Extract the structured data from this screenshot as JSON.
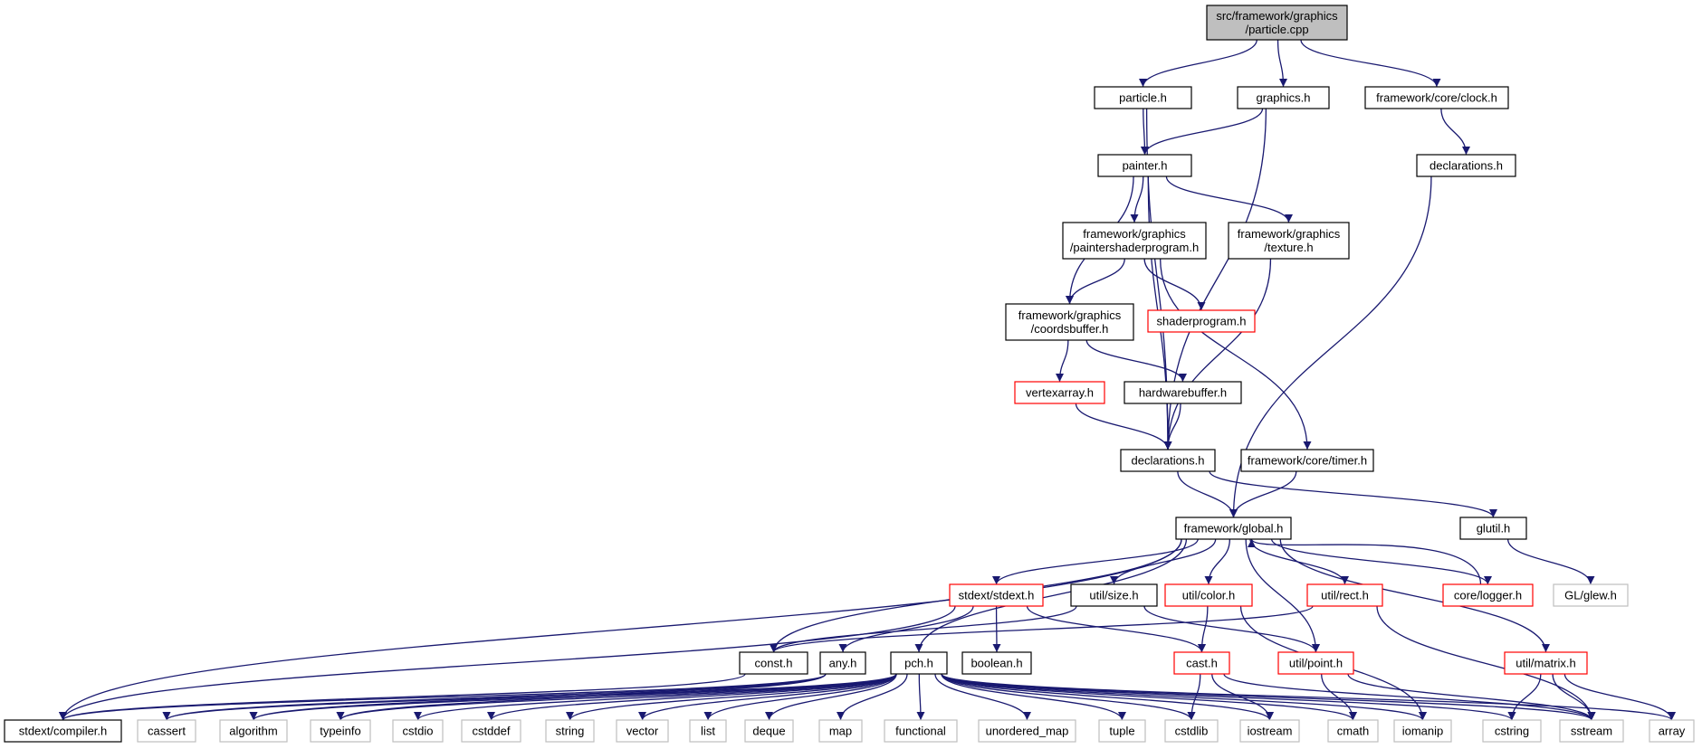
{
  "colors": {
    "edge": "#191970",
    "root_fill": "#bfbfbf",
    "normal_border": "#000000",
    "truncated_border": "#ff0000",
    "external_border": "#bfbfbf"
  },
  "nodes": [
    {
      "id": "root",
      "lines": [
        "src/framework/graphics",
        "/particle.cpp"
      ],
      "kind": "root"
    },
    {
      "id": "particle",
      "lines": [
        "particle.h"
      ],
      "kind": "normal"
    },
    {
      "id": "graphics",
      "lines": [
        "graphics.h"
      ],
      "kind": "normal"
    },
    {
      "id": "clock",
      "lines": [
        "framework/core/clock.h"
      ],
      "kind": "normal"
    },
    {
      "id": "painter",
      "lines": [
        "painter.h"
      ],
      "kind": "normal"
    },
    {
      "id": "declarations_core",
      "lines": [
        "declarations.h"
      ],
      "kind": "normal"
    },
    {
      "id": "paintershader",
      "lines": [
        "framework/graphics",
        "/paintershaderprogram.h"
      ],
      "kind": "normal"
    },
    {
      "id": "texture",
      "lines": [
        "framework/graphics",
        "/texture.h"
      ],
      "kind": "normal"
    },
    {
      "id": "coordsbuffer",
      "lines": [
        "framework/graphics",
        "/coordsbuffer.h"
      ],
      "kind": "normal"
    },
    {
      "id": "shaderprogram",
      "lines": [
        "shaderprogram.h"
      ],
      "kind": "truncated"
    },
    {
      "id": "vertexarray",
      "lines": [
        "vertexarray.h"
      ],
      "kind": "truncated"
    },
    {
      "id": "hardwarebuffer",
      "lines": [
        "hardwarebuffer.h"
      ],
      "kind": "normal"
    },
    {
      "id": "declarations",
      "lines": [
        "declarations.h"
      ],
      "kind": "normal"
    },
    {
      "id": "timer",
      "lines": [
        "framework/core/timer.h"
      ],
      "kind": "normal"
    },
    {
      "id": "global",
      "lines": [
        "framework/global.h"
      ],
      "kind": "normal"
    },
    {
      "id": "glutil",
      "lines": [
        "glutil.h"
      ],
      "kind": "normal"
    },
    {
      "id": "glew",
      "lines": [
        "GL/glew.h"
      ],
      "kind": "external"
    },
    {
      "id": "stdext",
      "lines": [
        "stdext/stdext.h"
      ],
      "kind": "truncated"
    },
    {
      "id": "size",
      "lines": [
        "util/size.h"
      ],
      "kind": "normal"
    },
    {
      "id": "color",
      "lines": [
        "util/color.h"
      ],
      "kind": "truncated"
    },
    {
      "id": "rect",
      "lines": [
        "util/rect.h"
      ],
      "kind": "truncated"
    },
    {
      "id": "logger",
      "lines": [
        "core/logger.h"
      ],
      "kind": "truncated"
    },
    {
      "id": "const",
      "lines": [
        "const.h"
      ],
      "kind": "normal"
    },
    {
      "id": "any",
      "lines": [
        "any.h"
      ],
      "kind": "normal"
    },
    {
      "id": "pch",
      "lines": [
        "pch.h"
      ],
      "kind": "normal"
    },
    {
      "id": "boolean",
      "lines": [
        "boolean.h"
      ],
      "kind": "normal"
    },
    {
      "id": "cast",
      "lines": [
        "cast.h"
      ],
      "kind": "truncated"
    },
    {
      "id": "point",
      "lines": [
        "util/point.h"
      ],
      "kind": "truncated"
    },
    {
      "id": "matrix",
      "lines": [
        "util/matrix.h"
      ],
      "kind": "truncated"
    },
    {
      "id": "compiler",
      "lines": [
        "stdext/compiler.h"
      ],
      "kind": "normal"
    },
    {
      "id": "cassert",
      "lines": [
        "cassert"
      ],
      "kind": "external"
    },
    {
      "id": "algorithm",
      "lines": [
        "algorithm"
      ],
      "kind": "external"
    },
    {
      "id": "typeinfo",
      "lines": [
        "typeinfo"
      ],
      "kind": "external"
    },
    {
      "id": "cstdio",
      "lines": [
        "cstdio"
      ],
      "kind": "external"
    },
    {
      "id": "cstddef",
      "lines": [
        "cstddef"
      ],
      "kind": "external"
    },
    {
      "id": "string",
      "lines": [
        "string"
      ],
      "kind": "external"
    },
    {
      "id": "vector",
      "lines": [
        "vector"
      ],
      "kind": "external"
    },
    {
      "id": "list",
      "lines": [
        "list"
      ],
      "kind": "external"
    },
    {
      "id": "deque",
      "lines": [
        "deque"
      ],
      "kind": "external"
    },
    {
      "id": "map",
      "lines": [
        "map"
      ],
      "kind": "external"
    },
    {
      "id": "functional",
      "lines": [
        "functional"
      ],
      "kind": "external"
    },
    {
      "id": "unordered_map",
      "lines": [
        "unordered_map"
      ],
      "kind": "external"
    },
    {
      "id": "tuple",
      "lines": [
        "tuple"
      ],
      "kind": "external"
    },
    {
      "id": "cstdlib",
      "lines": [
        "cstdlib"
      ],
      "kind": "external"
    },
    {
      "id": "iostream",
      "lines": [
        "iostream"
      ],
      "kind": "external"
    },
    {
      "id": "cmath",
      "lines": [
        "cmath"
      ],
      "kind": "external"
    },
    {
      "id": "iomanip",
      "lines": [
        "iomanip"
      ],
      "kind": "external"
    },
    {
      "id": "cstring",
      "lines": [
        "cstring"
      ],
      "kind": "external"
    },
    {
      "id": "sstream",
      "lines": [
        "sstream"
      ],
      "kind": "external"
    },
    {
      "id": "array",
      "lines": [
        "array"
      ],
      "kind": "external"
    }
  ],
  "edges": [
    [
      "root",
      "particle"
    ],
    [
      "root",
      "graphics"
    ],
    [
      "root",
      "clock"
    ],
    [
      "particle",
      "painter"
    ],
    [
      "particle",
      "declarations"
    ],
    [
      "graphics",
      "painter"
    ],
    [
      "graphics",
      "declarations"
    ],
    [
      "clock",
      "declarations_core"
    ],
    [
      "declarations_core",
      "global"
    ],
    [
      "painter",
      "paintershader"
    ],
    [
      "painter",
      "texture"
    ],
    [
      "painter",
      "coordsbuffer"
    ],
    [
      "painter",
      "declarations"
    ],
    [
      "paintershader",
      "coordsbuffer"
    ],
    [
      "paintershader",
      "shaderprogram"
    ],
    [
      "paintershader",
      "timer"
    ],
    [
      "texture",
      "declarations"
    ],
    [
      "coordsbuffer",
      "vertexarray"
    ],
    [
      "coordsbuffer",
      "hardwarebuffer"
    ],
    [
      "vertexarray",
      "declarations"
    ],
    [
      "hardwarebuffer",
      "declarations"
    ],
    [
      "declarations",
      "global"
    ],
    [
      "declarations",
      "glutil"
    ],
    [
      "timer",
      "global"
    ],
    [
      "glutil",
      "glew"
    ],
    [
      "global",
      "stdext"
    ],
    [
      "global",
      "size"
    ],
    [
      "global",
      "color"
    ],
    [
      "global",
      "rect"
    ],
    [
      "global",
      "logger"
    ],
    [
      "global",
      "const"
    ],
    [
      "global",
      "pch"
    ],
    [
      "global",
      "compiler"
    ],
    [
      "global",
      "point"
    ],
    [
      "global",
      "matrix"
    ],
    [
      "logger",
      "global"
    ],
    [
      "stdext",
      "compiler"
    ],
    [
      "stdext",
      "any"
    ],
    [
      "stdext",
      "boolean"
    ],
    [
      "stdext",
      "cast"
    ],
    [
      "size",
      "const"
    ],
    [
      "size",
      "point"
    ],
    [
      "color",
      "cast"
    ],
    [
      "color",
      "iomanip"
    ],
    [
      "rect",
      "const"
    ],
    [
      "rect",
      "sstream"
    ],
    [
      "const",
      "compiler"
    ],
    [
      "any",
      "compiler"
    ],
    [
      "any",
      "cassert"
    ],
    [
      "any",
      "algorithm"
    ],
    [
      "any",
      "typeinfo"
    ],
    [
      "pch",
      "cassert"
    ],
    [
      "pch",
      "algorithm"
    ],
    [
      "pch",
      "typeinfo"
    ],
    [
      "pch",
      "cstdio"
    ],
    [
      "pch",
      "cstddef"
    ],
    [
      "pch",
      "string"
    ],
    [
      "pch",
      "vector"
    ],
    [
      "pch",
      "list"
    ],
    [
      "pch",
      "deque"
    ],
    [
      "pch",
      "map"
    ],
    [
      "pch",
      "functional"
    ],
    [
      "pch",
      "unordered_map"
    ],
    [
      "pch",
      "tuple"
    ],
    [
      "pch",
      "cstdlib"
    ],
    [
      "pch",
      "iostream"
    ],
    [
      "pch",
      "cmath"
    ],
    [
      "pch",
      "iomanip"
    ],
    [
      "pch",
      "cstring"
    ],
    [
      "pch",
      "sstream"
    ],
    [
      "pch",
      "array"
    ],
    [
      "cast",
      "cstdlib"
    ],
    [
      "cast",
      "iostream"
    ],
    [
      "cast",
      "sstream"
    ],
    [
      "point",
      "cmath"
    ],
    [
      "point",
      "sstream"
    ],
    [
      "matrix",
      "cstring"
    ],
    [
      "matrix",
      "sstream"
    ],
    [
      "matrix",
      "array"
    ]
  ]
}
